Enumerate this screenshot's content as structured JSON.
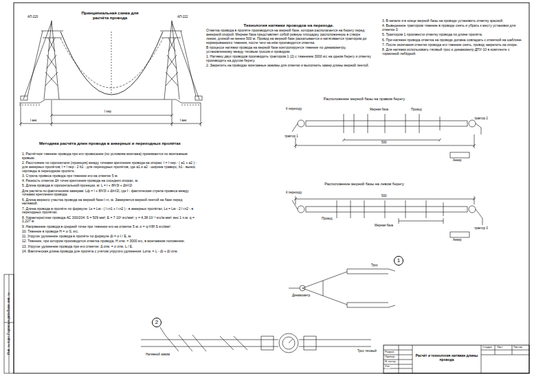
{
  "diagram": {
    "nodes": [
      {
        "text": [
          "1"
        ]
      },
      {
        "text": [
          "2"
        ]
      }
    ],
    "labels": [
      "Принципиальная схема для расчёта провода",
      "АП-220",
      "АП-222",
      "l анк",
      "l пер",
      "l анк",
      "Методика расчёта длин провода в анкерных и переходных пролётах",
      "1. Расчётное тяжение провода при его провисании (по условиям монтажа) принимается по монтажным кривым.",
      "2. Расстояние по горизонтали (проекция) между точками крепления провода на опорах: l = l пер - ( a1 + a2 ) - для анкерных пролётов; l = l пер - 2 b1 - для переходных пролётов, где a1 и a2 - ширина траверс, b1 - вынос гирлянды в переходном пролёте.",
      "3. Стрела провеса провода при тяжении его на отметке 5 м.",
      "4. Разность отметок Δh точек крепления провода на соседних опорах, м.",
      "5. Длина провода в горизонтальной проекции, м: L = l + 8f²/3l + Δh²/2l",
      "Для расчёта по фактическим замерам: Lф = l + 8f²/3l + Δh²/2l, где f - фактическая стрела провеса между точками крепления провода.",
      "6. Длина мерного участка провода на мерной базе l гл, м. Замеряется мерной лентой на базе перед натяжкой.",
      "7. Длина провода в пролёте по формуле: Lк = Lм - ( l гл1 + l гл2 ) - в анкерных пролётах; Lк = Lм - 2 l гл2 - в переходных пролётах.",
      "8. Характеристики провода АС 300/204: S = 509 мм²; E = 7·10³ кгс/мм²; γ = 4,38·10⁻³ кгс/м·мм²; вес 1 п.м. q = 2,227 кг.",
      "9. Напряжение провода в средней точке при тяжении его на отметке 5 м: σ = q·l²/8f·S кгс/мм².",
      "10. Тяжение в проводе Н = σ·S, кгс.",
      "11. Упругое удлинение провода в пролёте по формуле Δl = σ·l / E, м.",
      "12. Тяжение, при котором производится отметка провода, Н отм. = 3000 кгс, в монтажном положении.",
      "13. Упругое удлинение провода при его отметке: Δ отм. = σ отм.·L / E.",
      "14. Фактическая длина провода для пролёта с учётом упругого удлинения: Lотм. = L - Δl + Δl отм.",
      "Технология натяжки проводов на переходе.",
      "Отметка провода в пролёте производится на мерной базе, которая располагается на берегу перед анкерной опорой. Мерная база представляет собой ровную площадку, расположенную в створе линии, длиной не менее 500 м. Провод на мерной базе раскатывается и натягивается трактором до нормированного тяжения, после чего на нём производится отметка.",
      "В процессе натяжки провода на мерной базе контролируется тяжение по динамометру, установленному между тяговым тросом и проводом.",
      "1. Натяжку двух проводов производить трактором 1 (2) с тяжением 3000 кгс на одном берегу и отметку производить на другом берегу.",
      "2. Закрепить на проводах монтажные зажимы для отметки и выполнить замер длины мерной лентой.",
      "3. В начале и в конце мерной базы на проводе установить отметку краской.",
      "4. Выведенное трактором тяжение в проводе снять и убрать к месту установки для отметки 3.",
      "5. Трактором 1 произвести отметку провода по длине пролёта.",
      "6. При натяжке провода отметка на проводе должна совпадать с отметкой на шаблоне.",
      "7. После окончания отметки провода его тяжение снять, провод закрепить на опоре.",
      "8. Для натяжки использовать тяговый трос и динамометр ДПУ-10 в комплекте с тормозной лебёдкой.",
      "Расположение мерной базы на правом берегу",
      "К переходу",
      "Мерная база",
      "Провод",
      "трактор 1",
      "трактор 2",
      "500",
      "Анкер",
      "Расположение мерной базы на левом берегу",
      "К переходу",
      "500",
      "Провод",
      "Мерная база",
      "трактор 3",
      "Анкер",
      "Динамометр",
      "Трос",
      "Натяжной зажим",
      "Трос тяговый",
      "Разраб.",
      "Провер.",
      "Н. контр.",
      "Утв.",
      "Расчёт и технология натяжки длины провода",
      "Стадия",
      "Лист",
      "Листов",
      "Инв. № подл. Подпись и дата Взам. инв. №"
    ]
  }
}
